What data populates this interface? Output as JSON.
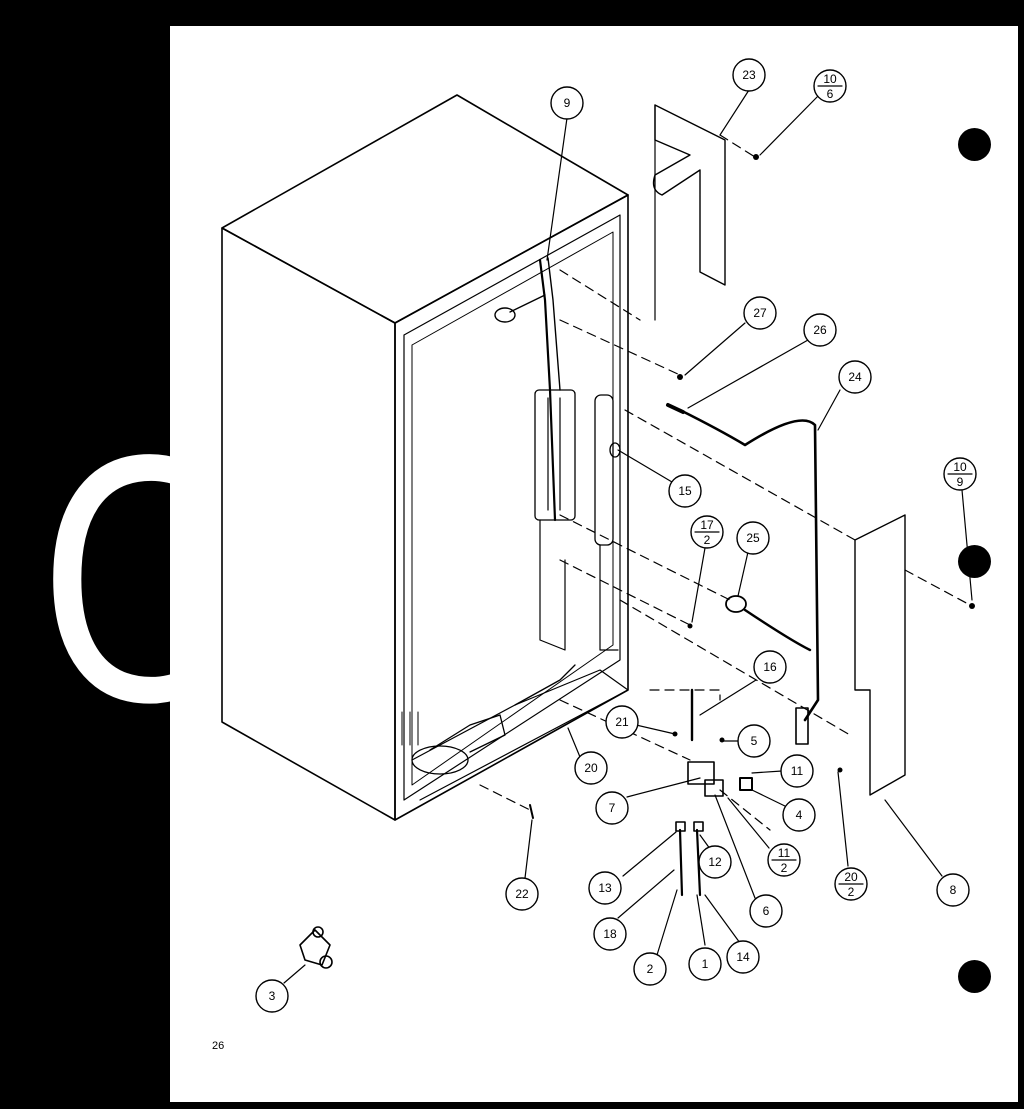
{
  "section": {
    "letter": "C",
    "page_number": "26"
  },
  "callouts": [
    {
      "id": "c-9",
      "label": "9"
    },
    {
      "id": "c-23",
      "label": "23"
    },
    {
      "id": "c-10-6",
      "num": "10",
      "den": "6"
    },
    {
      "id": "c-27",
      "label": "27"
    },
    {
      "id": "c-26",
      "label": "26"
    },
    {
      "id": "c-24",
      "label": "24"
    },
    {
      "id": "c-15",
      "label": "15"
    },
    {
      "id": "c-10-9",
      "num": "10",
      "den": "9"
    },
    {
      "id": "c-17-2",
      "num": "17",
      "den": "2"
    },
    {
      "id": "c-25",
      "label": "25"
    },
    {
      "id": "c-16",
      "label": "16"
    },
    {
      "id": "c-21",
      "label": "21"
    },
    {
      "id": "c-5",
      "label": "5"
    },
    {
      "id": "c-11",
      "label": "11"
    },
    {
      "id": "c-20",
      "label": "20"
    },
    {
      "id": "c-7",
      "label": "7"
    },
    {
      "id": "c-4",
      "label": "4"
    },
    {
      "id": "c-11-2",
      "num": "11",
      "den": "2"
    },
    {
      "id": "c-12",
      "label": "12"
    },
    {
      "id": "c-13",
      "label": "13"
    },
    {
      "id": "c-20-2",
      "num": "20",
      "den": "2"
    },
    {
      "id": "c-6",
      "label": "6"
    },
    {
      "id": "c-8",
      "label": "8"
    },
    {
      "id": "c-22",
      "label": "22"
    },
    {
      "id": "c-18",
      "label": "18"
    },
    {
      "id": "c-2",
      "label": "2"
    },
    {
      "id": "c-1",
      "label": "1"
    },
    {
      "id": "c-14",
      "label": "14"
    },
    {
      "id": "c-3",
      "label": "3"
    }
  ]
}
